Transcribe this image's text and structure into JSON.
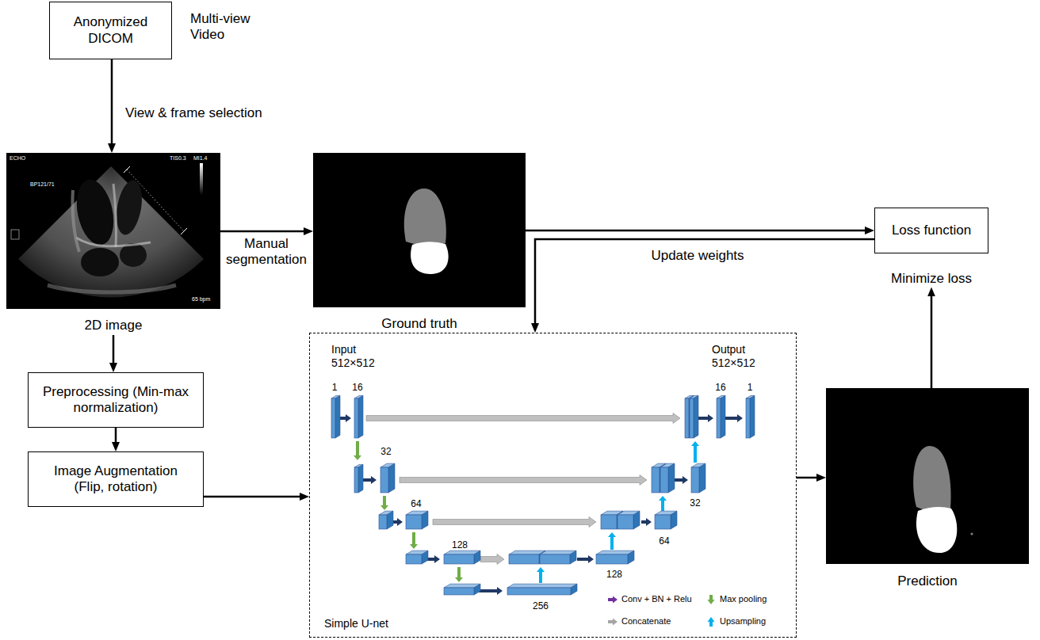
{
  "diagram": {
    "nodes": [
      {
        "text": [
          "Anonymized DICOM"
        ]
      },
      {
        "text": [
          "2D image"
        ]
      },
      {
        "text": [
          "Ground truth"
        ]
      },
      {
        "text": [
          "Loss function",
          "Minimize loss"
        ]
      },
      {
        "text": [
          "Preprocessing (Min-max normalization)"
        ]
      },
      {
        "text": [
          "Image Augmentation (Flip, rotation)"
        ]
      },
      {
        "text": [
          "Simple U-net"
        ]
      },
      {
        "text": [
          "Prediction"
        ]
      }
    ],
    "edges": [
      {
        "from": 0,
        "to": 1,
        "arrow": "to",
        "label": "View & frame selection"
      },
      {
        "from": 1,
        "to": 2,
        "arrow": "to",
        "label": "Manual segmentation"
      },
      {
        "from": 2,
        "to": 3,
        "arrow": "to"
      },
      {
        "from": 3,
        "to": 6,
        "arrow": "to",
        "label": "Update weights"
      },
      {
        "from": 1,
        "to": 4,
        "arrow": "to"
      },
      {
        "from": 4,
        "to": 5,
        "arrow": "to"
      },
      {
        "from": 5,
        "to": 6,
        "arrow": "to"
      },
      {
        "from": 6,
        "to": 7,
        "arrow": "to"
      },
      {
        "from": 7,
        "to": 3,
        "arrow": "to"
      }
    ],
    "labels": [
      "Multi-view Video",
      "ECHO",
      "TIS0.3",
      "MI1.4",
      "BP121/71",
      "65 bpm",
      "Input 512×512",
      "1",
      "16",
      "Output 512×512",
      "16",
      "1",
      "32",
      "64",
      "128",
      "256",
      "128",
      "64",
      "32"
    ],
    "legend": [
      {
        "text": "Conv + BN + Relu"
      },
      {
        "text": "Max pooling"
      },
      {
        "text": "Concatenate"
      },
      {
        "text": "Upsampling"
      }
    ]
  }
}
